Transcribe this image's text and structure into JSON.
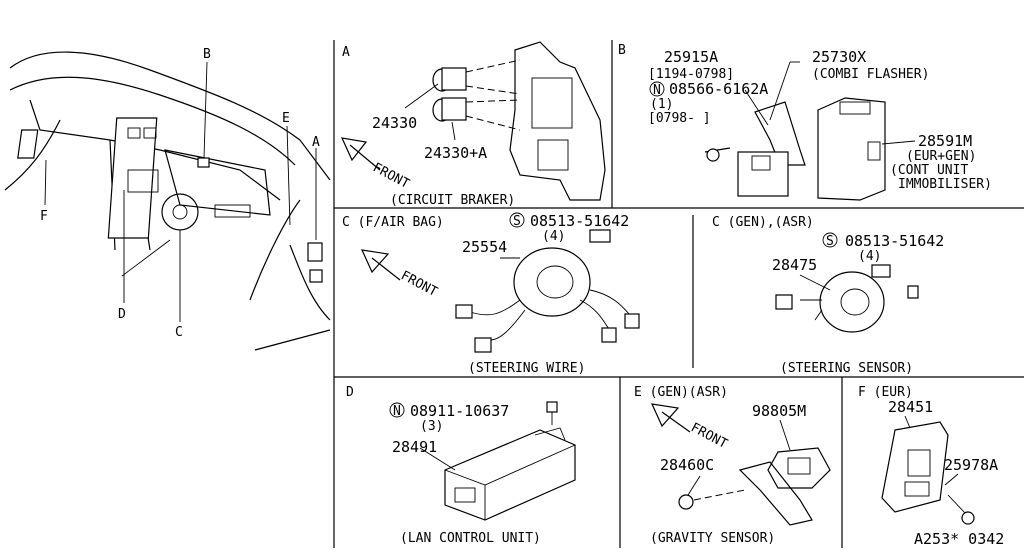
{
  "overview": {
    "letters": {
      "b": "B",
      "e": "E",
      "a": "A",
      "f": "F",
      "d": "D",
      "c": "C"
    }
  },
  "sections": {
    "a": {
      "letter": "A",
      "parts": {
        "p1": "24330",
        "p2": "24330+A"
      },
      "front": "FRONT",
      "caption": "(CIRCUIT BRAKER)"
    },
    "b": {
      "letter": "B",
      "parts": {
        "p1": "25915A",
        "p1_note": "[1194-0798]",
        "n_symbol": "N",
        "p2": "08566-6162A",
        "p2_qty": "(1)",
        "p2_note": "[0798-      ]",
        "p3": "25730X",
        "p3_name": "(COMBI FLASHER)",
        "p4": "28591M",
        "p4_note": "(EUR+GEN)",
        "p4_name1": "(CONT UNIT",
        "p4_name2": "IMMOBILISER)"
      }
    },
    "c1": {
      "heading": "C (F/AIR BAG)",
      "s_symbol": "S",
      "bolt": "08513-51642",
      "bolt_qty": "(4)",
      "part": "25554",
      "front": "FRONT",
      "caption": "(STEERING WIRE)"
    },
    "c2": {
      "heading": "C (GEN),(ASR)",
      "s_symbol": "S",
      "bolt": "08513-51642",
      "bolt_qty": "(4)",
      "part": "28475",
      "caption": "(STEERING SENSOR)"
    },
    "d": {
      "letter": "D",
      "n_symbol": "N",
      "nut": "08911-10637",
      "nut_qty": "(3)",
      "part": "28491",
      "caption": "(LAN CONTROL UNIT)"
    },
    "e": {
      "heading": "E      (GEN)(ASR)",
      "part1": "98805M",
      "front": "FRONT",
      "part2": "28460C",
      "caption": "(GRAVITY SENSOR)"
    },
    "f": {
      "heading": "F (EUR)",
      "part1": "28451",
      "part2": "25978A",
      "code": "A253* 0342"
    }
  }
}
